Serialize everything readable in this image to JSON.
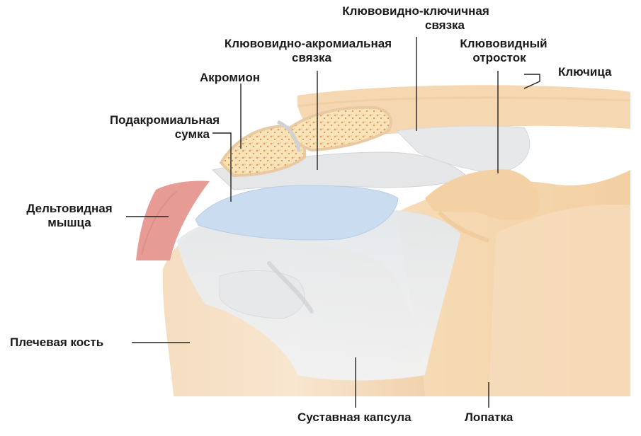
{
  "labels": {
    "coracoclavicular_l1": "Клювовидно-ключичная",
    "coracoclavicular_l2": "связка",
    "coracoacromial_l1": "Клювовидно-акромиальная",
    "coracoacromial_l2": "связка",
    "coracoid_l1": "Клювовидный",
    "coracoid_l2": "отросток",
    "clavicle": "Ключица",
    "acromion": "Акромион",
    "bursa_l1": "Подакромиальная",
    "bursa_l2": "сумка",
    "deltoid_l1": "Дельтовидная",
    "deltoid_l2": "мышца",
    "humerus": "Плечевая кость",
    "capsule": "Суставная капсула",
    "scapula": "Лопатка"
  },
  "colors": {
    "bone": "#f3d3aa",
    "bone_light": "#f8e3c6",
    "cartilage": "#e9ecef",
    "bursa": "#c9daee",
    "muscle": "#e69b95",
    "spongy": "#f7e2b5",
    "leader": "#222222"
  }
}
